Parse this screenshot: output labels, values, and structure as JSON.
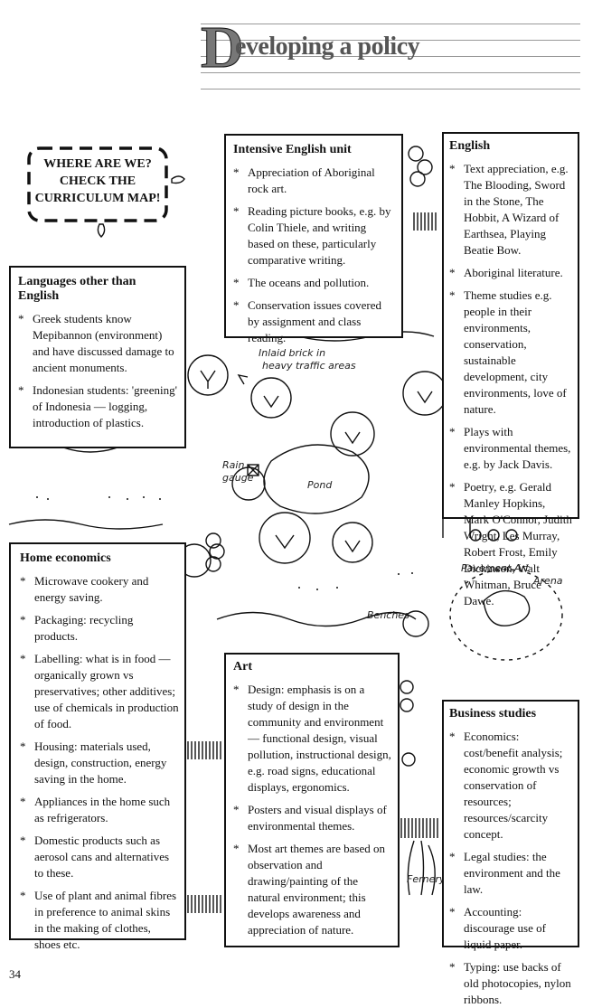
{
  "page": {
    "title_initial": "D",
    "title_rest": "eveloping a policy",
    "page_number": "34"
  },
  "callout": {
    "line1": "WHERE ARE WE?",
    "line2": "CHECK THE",
    "line3": "CURRICULUM MAP!"
  },
  "map_labels": {
    "inlaid_brick": "Inlaid brick in",
    "heavy_traffic": "heavy traffic areas",
    "rain": "Rain",
    "gauge": "gauge",
    "pond": "Pond",
    "pavement_art": "Pavement Art",
    "arena": "Arena",
    "benches": "Benches",
    "fernery": "Fernery"
  },
  "sections": {
    "intensive_english": {
      "heading": "Intensive English unit",
      "items": [
        "Appreciation of Aboriginal rock art.",
        "Reading picture books, e.g. by Colin Thiele, and writing based on these, particularly comparative writing.",
        "The oceans and pollution.",
        "Conservation issues covered by assignment and class reading."
      ]
    },
    "english": {
      "heading": "English",
      "items": [
        "Text appreciation, e.g. The Blooding, Sword in the Stone, The Hobbit, A Wizard of Earthsea, Playing Beatie Bow.",
        "Aboriginal literature.",
        "Theme studies e.g. people in their environments, conservation, sustainable development, city environments, love of nature.",
        "Plays with environmental themes, e.g. by Jack Davis.",
        "Poetry, e.g. Gerald Manley Hopkins, Mark O'Connor, Judith Wright, Les Murray, Robert Frost, Emily Dickinson, Walt Whitman, Bruce Dawe."
      ]
    },
    "lote": {
      "heading": "Languages other than English",
      "items": [
        "Greek students know Mepibannon (environment) and have discussed damage to ancient monuments.",
        "Indonesian students: 'greening' of Indonesia — logging, introduction of plastics."
      ]
    },
    "home_economics": {
      "heading": "Home economics",
      "items": [
        "Microwave cookery and energy saving.",
        "Packaging: recycling products.",
        "Labelling: what is in food — organically grown vs preservatives; other additives; use of chemicals in production of food.",
        "Housing: materials used, design, construction, energy saving in the home.",
        "Appliances in the home such as refrigerators.",
        "Domestic products such as aerosol cans and alternatives to these.",
        "Use of plant and animal fibres in preference to animal skins in the making of clothes, shoes etc."
      ]
    },
    "art": {
      "heading": "Art",
      "items": [
        "Design: emphasis is on a study of design in the community and environment — functional design, visual pollution, instructional design, e.g. road signs, educational displays, ergonomics.",
        "Posters and visual displays of environmental themes.",
        "Most art themes are based on observation and drawing/painting of the natural environment; this develops awareness and appreciation of nature."
      ]
    },
    "business": {
      "heading": "Business studies",
      "items": [
        "Economics: cost/benefit analysis; economic growth vs conservation of resources; resources/scarcity concept.",
        "Legal studies: the environment and the law.",
        "Accounting: discourage use of liquid paper.",
        "Typing: use backs of old photocopies, nylon ribbons."
      ]
    }
  }
}
